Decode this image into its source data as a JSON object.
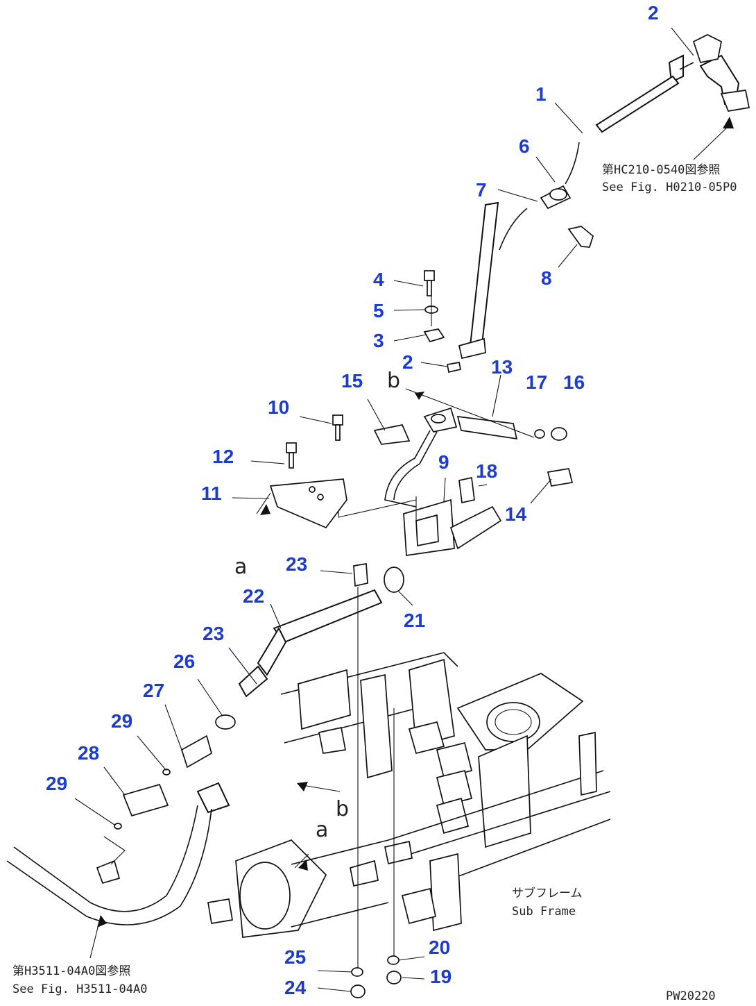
{
  "callouts": [
    {
      "id": "c2a",
      "text": "2"
    },
    {
      "id": "c1",
      "text": "1"
    },
    {
      "id": "c6",
      "text": "6"
    },
    {
      "id": "c7",
      "text": "7"
    },
    {
      "id": "c8",
      "text": "8"
    },
    {
      "id": "c4",
      "text": "4"
    },
    {
      "id": "c5",
      "text": "5"
    },
    {
      "id": "c3",
      "text": "3"
    },
    {
      "id": "c2b",
      "text": "2"
    },
    {
      "id": "c13",
      "text": "13"
    },
    {
      "id": "c17",
      "text": "17"
    },
    {
      "id": "c16",
      "text": "16"
    },
    {
      "id": "c15",
      "text": "15"
    },
    {
      "id": "c10",
      "text": "10"
    },
    {
      "id": "c12",
      "text": "12"
    },
    {
      "id": "c11",
      "text": "11"
    },
    {
      "id": "c9",
      "text": "9"
    },
    {
      "id": "c18",
      "text": "18"
    },
    {
      "id": "c14",
      "text": "14"
    },
    {
      "id": "c23a",
      "text": "23"
    },
    {
      "id": "c22",
      "text": "22"
    },
    {
      "id": "c21",
      "text": "21"
    },
    {
      "id": "c23b",
      "text": "23"
    },
    {
      "id": "c26",
      "text": "26"
    },
    {
      "id": "c27",
      "text": "27"
    },
    {
      "id": "c29a",
      "text": "29"
    },
    {
      "id": "c28",
      "text": "28"
    },
    {
      "id": "c29b",
      "text": "29"
    },
    {
      "id": "c20",
      "text": "20"
    },
    {
      "id": "c25",
      "text": "25"
    },
    {
      "id": "c19",
      "text": "19"
    },
    {
      "id": "c24",
      "text": "24"
    }
  ],
  "references": {
    "top_jp": "第HC210-0540図参照",
    "top_en": "See Fig. H0210-05P0",
    "bottom_jp": "第H3511-04A0図参照",
    "bottom_en": "See Fig. H3511-04A0",
    "subframe_jp": "サブフレーム",
    "subframe_en": "Sub Frame",
    "drawing_code": "PW20220"
  },
  "letters": {
    "b_top": "b",
    "a_left": "a",
    "b_bottom": "b",
    "a_bottom": "a"
  },
  "colors": {
    "callout": "#1a3bd6",
    "line": "#111111",
    "background": "#ffffff"
  }
}
